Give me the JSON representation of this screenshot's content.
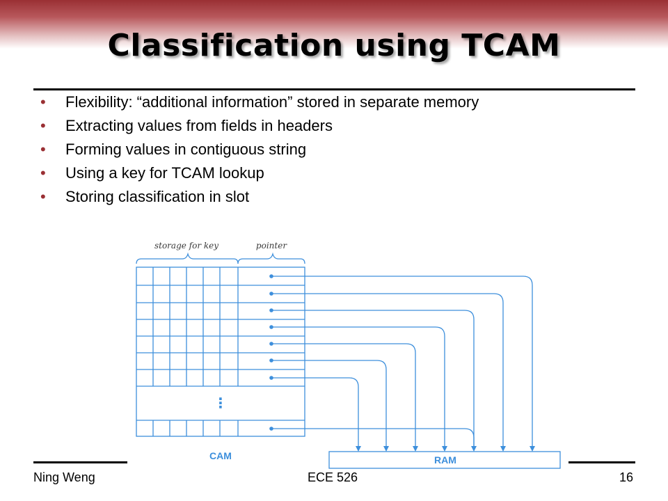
{
  "title": "Classification using TCAM",
  "bullets": [
    "Flexibility: “additional information” stored in separate memory",
    "Extracting values from fields in headers",
    "Forming values in contiguous string",
    "Using a key for TCAM lookup",
    "Storing classification in slot"
  ],
  "diagram": {
    "label_storage": "storage for key",
    "label_pointer": "pointer",
    "label_cam": "CAM",
    "label_ram": "RAM",
    "ellipsis": "⋮",
    "line_color": "#3d8fdc"
  },
  "footer": {
    "author": "Ning Weng",
    "course": "ECE 526",
    "page": "16"
  },
  "colors": {
    "accent": "#9a3034"
  }
}
